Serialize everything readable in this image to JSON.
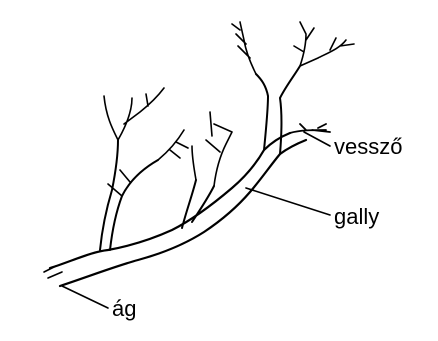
{
  "labels": {
    "twig": "vessző",
    "branchlet": "gally",
    "branch": "ág"
  }
}
